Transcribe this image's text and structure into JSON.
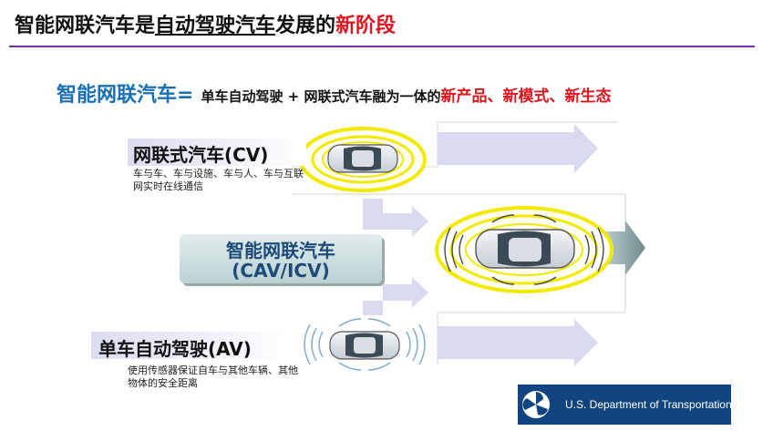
{
  "title": {
    "part1": "智能网联汽车是",
    "part2": "自动驾驶汽车",
    "part3": "发展的",
    "part4": "新阶段"
  },
  "formula": {
    "lead": "智能网联汽车",
    "eq": "=",
    "middle": "单车自动驾驶 + 网联式汽车融为一体的",
    "highlight": "新产品、新模式、新生态"
  },
  "cv": {
    "title": "网联式汽车(CV)",
    "desc": "车与车、车与设施、车与人、车与互联网实时在线通信"
  },
  "cav": {
    "line1": "智能网联汽车",
    "line2": "(CAV/ICV)"
  },
  "av": {
    "title": "单车自动驾驶(AV)",
    "desc": "使用传感器保证自车与其他车辆、其他物体的安全距离"
  },
  "logo": {
    "text": "U.S. Department of Transportation"
  },
  "colors": {
    "accent_blue": "#1a6fb5",
    "accent_red": "#e0141e",
    "title_rule": "#7b2fa0",
    "arrow": "#d9d9f0",
    "ring_yellow": "#f2ea00",
    "logo_bg": "#11457f"
  }
}
